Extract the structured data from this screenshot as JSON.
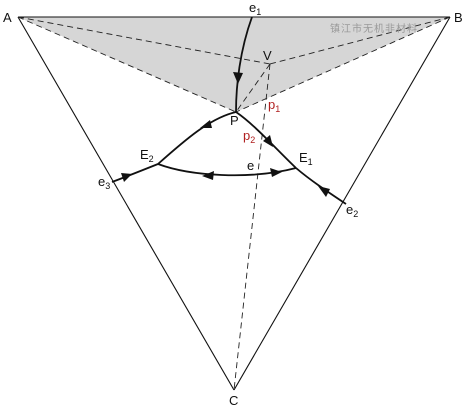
{
  "labels": {
    "A": "A",
    "B": "B",
    "C": "C",
    "V": "V",
    "P": "P",
    "E1": {
      "main": "E",
      "sub": "1"
    },
    "E2": {
      "main": "E",
      "sub": "2"
    },
    "e": "e",
    "e1": {
      "main": "e",
      "sub": "1"
    },
    "e2": {
      "main": "e",
      "sub": "2"
    },
    "e3": {
      "main": "e",
      "sub": "3"
    },
    "p1": {
      "main": "p",
      "sub": "1"
    },
    "p2": {
      "main": "p",
      "sub": "2"
    }
  },
  "watermark": "镇江市无机非材料",
  "colors": {
    "shade": "#d6d6d6",
    "line": "#111111",
    "red_label": "#b02020"
  }
}
